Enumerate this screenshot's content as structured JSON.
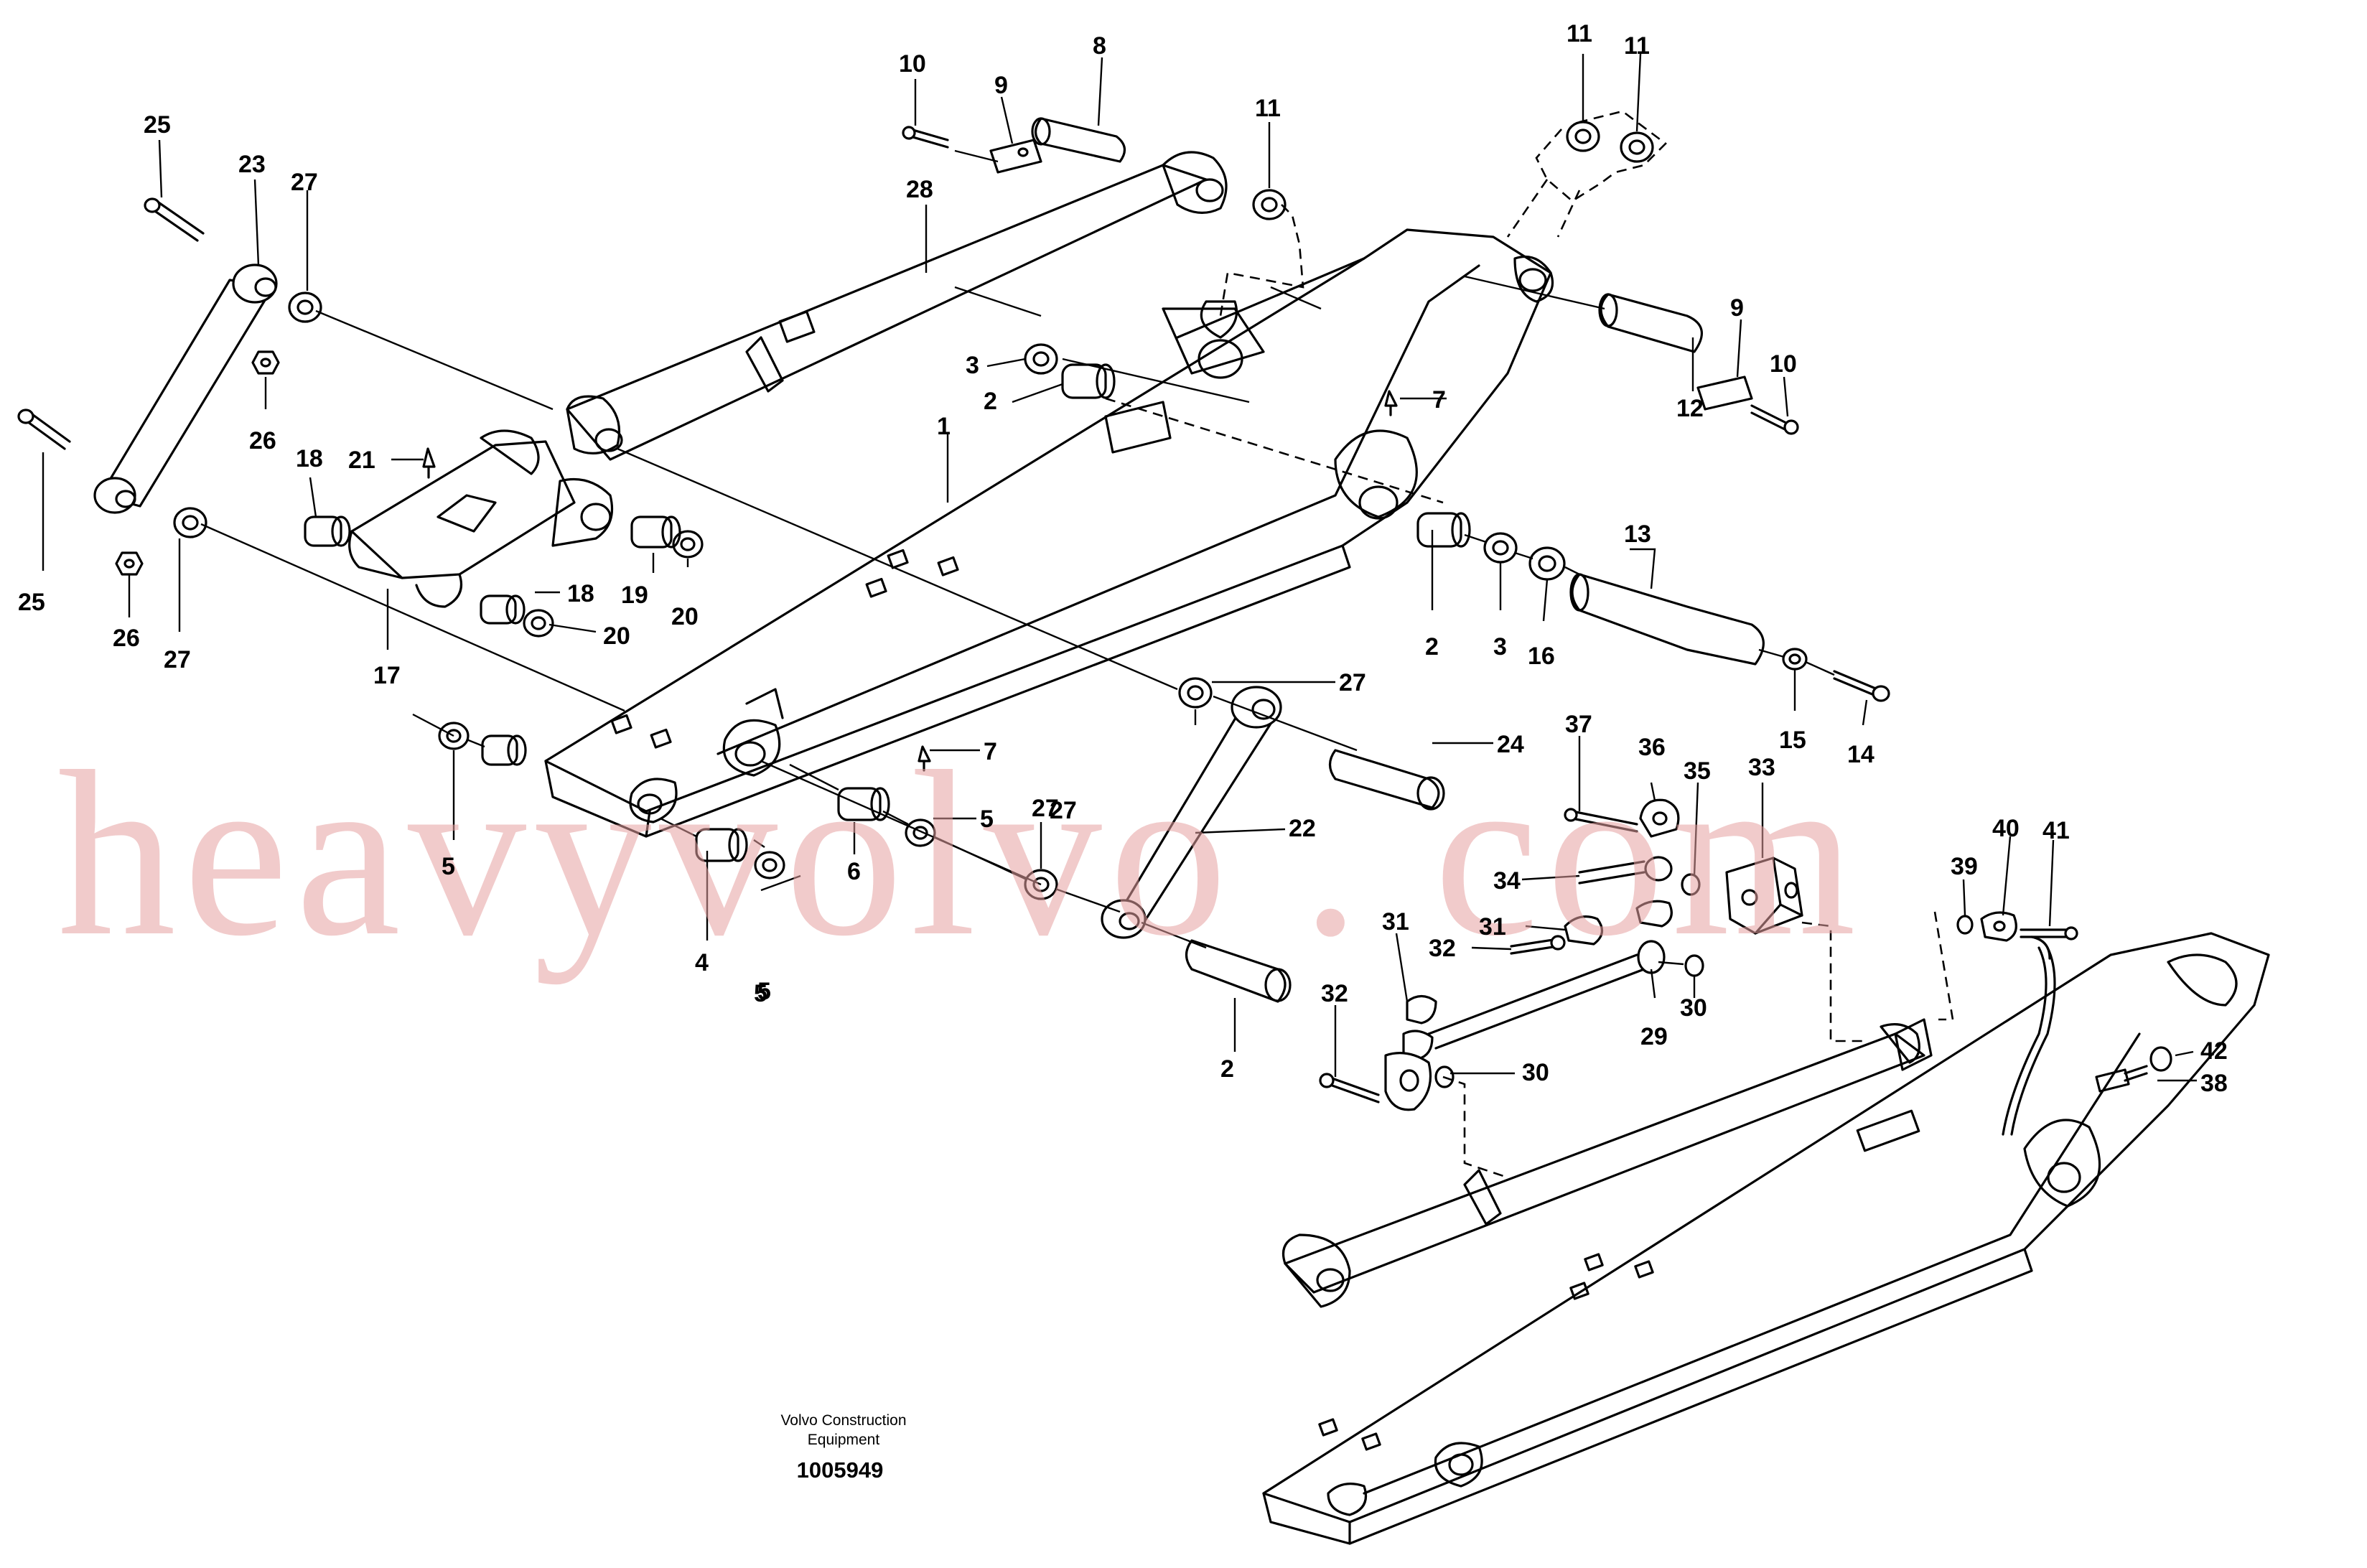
{
  "watermark": "heavyvolvo . com",
  "footer": {
    "line1": "Volvo Construction",
    "line2": "Equipment",
    "drawing_number": "1005949"
  },
  "callouts": [
    "10",
    "9",
    "8",
    "11",
    "11",
    "11",
    "25",
    "23",
    "27",
    "28",
    "3",
    "2",
    "7",
    "1",
    "9",
    "10",
    "12",
    "26",
    "18",
    "21",
    "25",
    "19",
    "18",
    "20",
    "20",
    "17",
    "26",
    "27",
    "27",
    "2",
    "3",
    "16",
    "13",
    "15",
    "14",
    "27",
    "7",
    "24",
    "5",
    "5",
    "37",
    "36",
    "35",
    "33",
    "5",
    "27",
    "6",
    "22",
    "34",
    "40",
    "41",
    "39",
    "31",
    "31",
    "32",
    "4",
    "32",
    "29",
    "30",
    "5",
    "2",
    "30",
    "42",
    "38"
  ]
}
